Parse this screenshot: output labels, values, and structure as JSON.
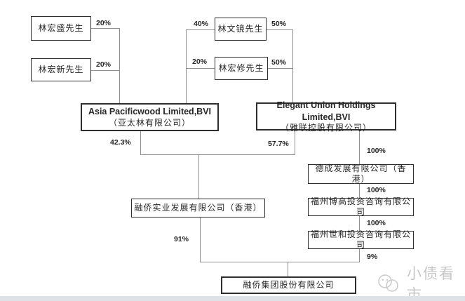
{
  "shareholders": {
    "lin_hongsheng": "林宏盛先生",
    "lin_hongxin": "林宏新先生",
    "lin_wenjing": "林文镜先生",
    "lin_hongxiu": "林宏修先生"
  },
  "companies": {
    "asia_pacificwood_en": "Asia Pacificwood Limited,BVI",
    "asia_pacificwood_cn": "（亚太林有限公司）",
    "elegant_union_en": "Elegant Union Holdings Limited,BVI",
    "elegant_union_cn": "（雅联控股有限公司）",
    "decheng": "德成发展有限公司（香港）",
    "fuzhou_bogao": "福州博高投资咨询有限公司",
    "fuzhou_shihe": "福州世和投资咨询有限公司",
    "rongqiao_industrial": "融侨实业发展有限公司（香港）",
    "rongqiao_group": "融侨集团股份有限公司"
  },
  "ownership_labels": {
    "lin_hongsheng_to_asia": "20%",
    "lin_hongxin_to_asia": "20%",
    "lin_wenjing_to_asia": "40%",
    "lin_hongxiu_to_asia": "20%",
    "lin_wenjing_to_elegant": "50%",
    "lin_hongxiu_to_elegant": "50%",
    "asia_to_rongqiao_industrial": "42.3%",
    "elegant_to_rongqiao_industrial": "57.7%",
    "elegant_to_decheng": "100%",
    "decheng_to_bogao": "100%",
    "bogao_to_shihe": "100%",
    "rongqiao_industrial_to_group": "91%",
    "shihe_to_group": "9%"
  },
  "watermark": {
    "text": "小债看市"
  },
  "colors": {
    "box_border": "#2e2e2e",
    "connector_line": "#8f8f8f",
    "text": "#262626",
    "watermark": "#c7c7c7",
    "bottom_strip": "#dfe3e8"
  }
}
